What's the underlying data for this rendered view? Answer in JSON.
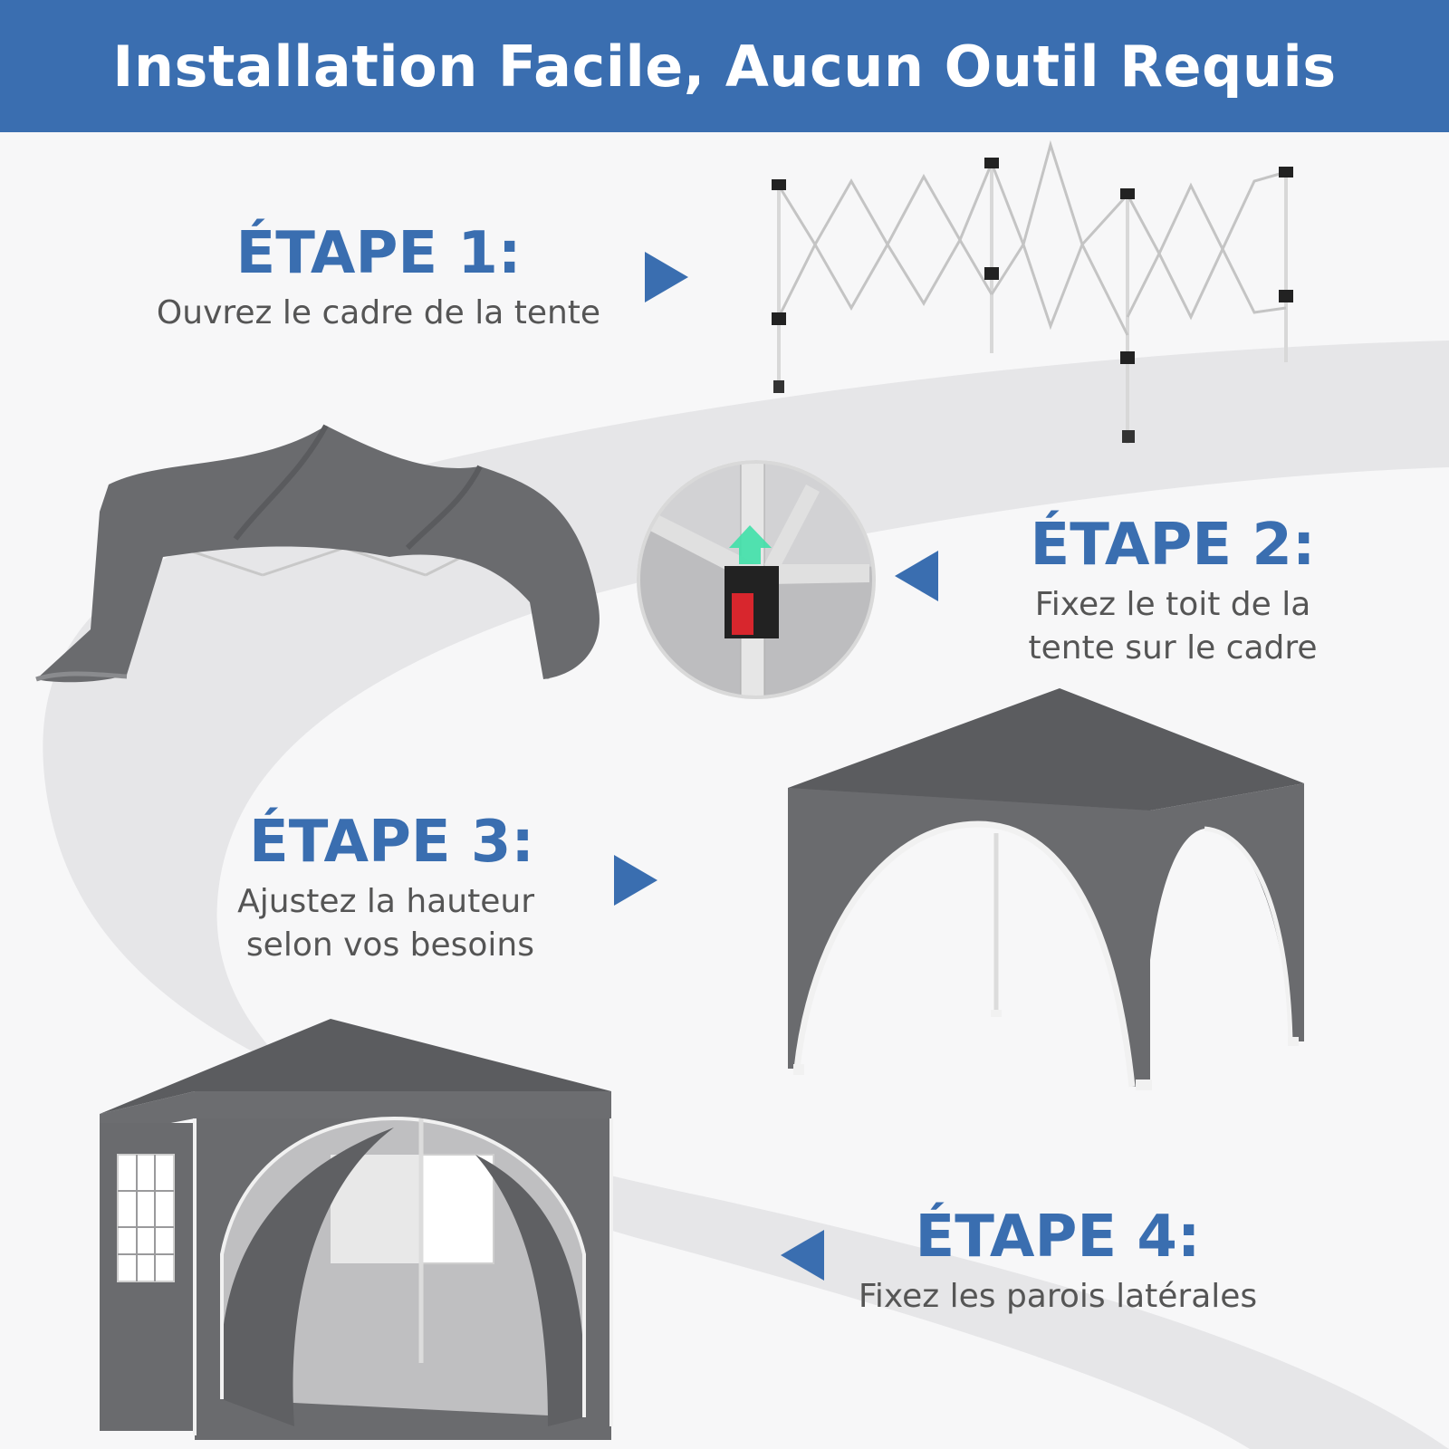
{
  "banner": {
    "title": "Installation Facile, Aucun Outil Requis",
    "background": "#3a6eb0"
  },
  "colors": {
    "accent": "#3a6eb0",
    "text_gray": "#555555",
    "canopy_gray": "#6a6b6e",
    "path_gray": "#e6e6e8"
  },
  "steps": [
    {
      "title": "ÉTAPE 1:",
      "lines": [
        "Ouvrez le cadre de la tente"
      ]
    },
    {
      "title": "ÉTAPE 2:",
      "lines": [
        "Fixez le toit de la",
        "tente sur le cadre"
      ]
    },
    {
      "title": "ÉTAPE 3:",
      "lines": [
        "Ajustez la hauteur",
        "selon vos besoins"
      ]
    },
    {
      "title": "ÉTAPE 4:",
      "lines": [
        "Fixez les parois latérales"
      ]
    }
  ],
  "icons": {
    "arrow_right": "triangle-right-icon",
    "arrow_left": "triangle-left-icon",
    "lock_arrow": "up-arrow-icon"
  }
}
